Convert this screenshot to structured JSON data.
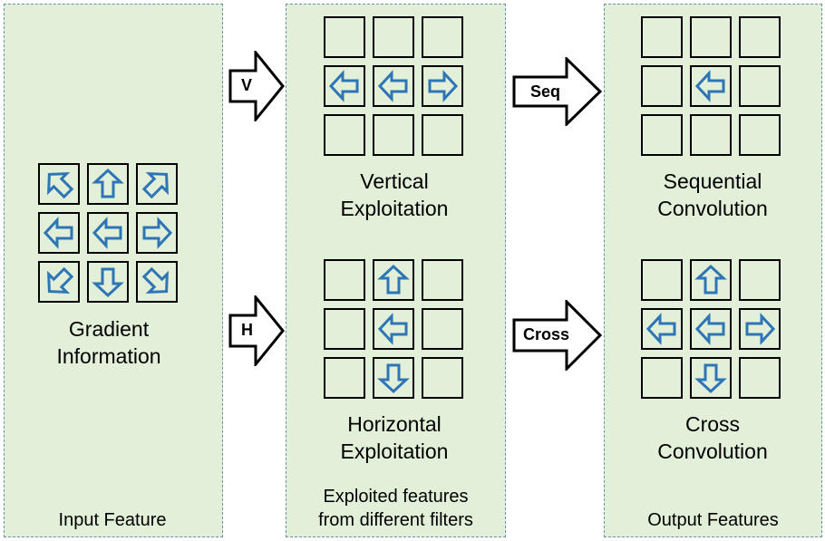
{
  "panels": {
    "input": {
      "title_line1": "Gradient",
      "title_line2": "Information",
      "footer": "Input Feature"
    },
    "middle": {
      "vertical_line1": "Vertical",
      "vertical_line2": "Exploitation",
      "horizontal_line1": "Horizontal",
      "horizontal_line2": "Exploitation",
      "footer_line1": "Exploited features",
      "footer_line2": "from different filters"
    },
    "output": {
      "sequential_line1": "Sequential",
      "sequential_line2": "Convolution",
      "cross_line1": "Cross",
      "cross_line2": "Convolution",
      "footer": "Output Features"
    }
  },
  "arrows": {
    "v": "V",
    "h": "H",
    "seq": "Seq",
    "cross": "Cross"
  },
  "grids": {
    "input": [
      "up-left",
      "up",
      "up-right",
      "left",
      "left",
      "right",
      "down-left",
      "down",
      "down-right"
    ],
    "vertical": [
      "",
      "",
      "",
      "left",
      "left",
      "right",
      "",
      "",
      ""
    ],
    "horizontal": [
      "",
      "up",
      "",
      "",
      "left",
      "",
      "",
      "down",
      ""
    ],
    "sequential": [
      "",
      "",
      "",
      "",
      "left",
      "",
      "",
      "",
      ""
    ],
    "cross": [
      "",
      "up",
      "",
      "left",
      "left",
      "right",
      "",
      "down",
      ""
    ]
  },
  "colors": {
    "panel_fill": "#e2efd9",
    "panel_border": "#6f8fad",
    "arrow_stroke": "#2e75b6"
  }
}
